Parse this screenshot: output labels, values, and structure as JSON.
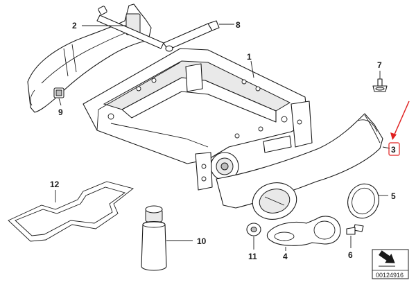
{
  "callouts": {
    "c1": "1",
    "c2": "2",
    "c3": "3",
    "c4": "4",
    "c5": "5",
    "c6": "6",
    "c7": "7",
    "c8": "8",
    "c9": "9",
    "c10": "10",
    "c11": "11",
    "c12": "12"
  },
  "document_number": "00124916",
  "highlight": {
    "callout": "3",
    "color": "#e02020"
  },
  "colors": {
    "line": "#1a1a1a",
    "highlight": "#e02020",
    "background": "#ffffff"
  }
}
